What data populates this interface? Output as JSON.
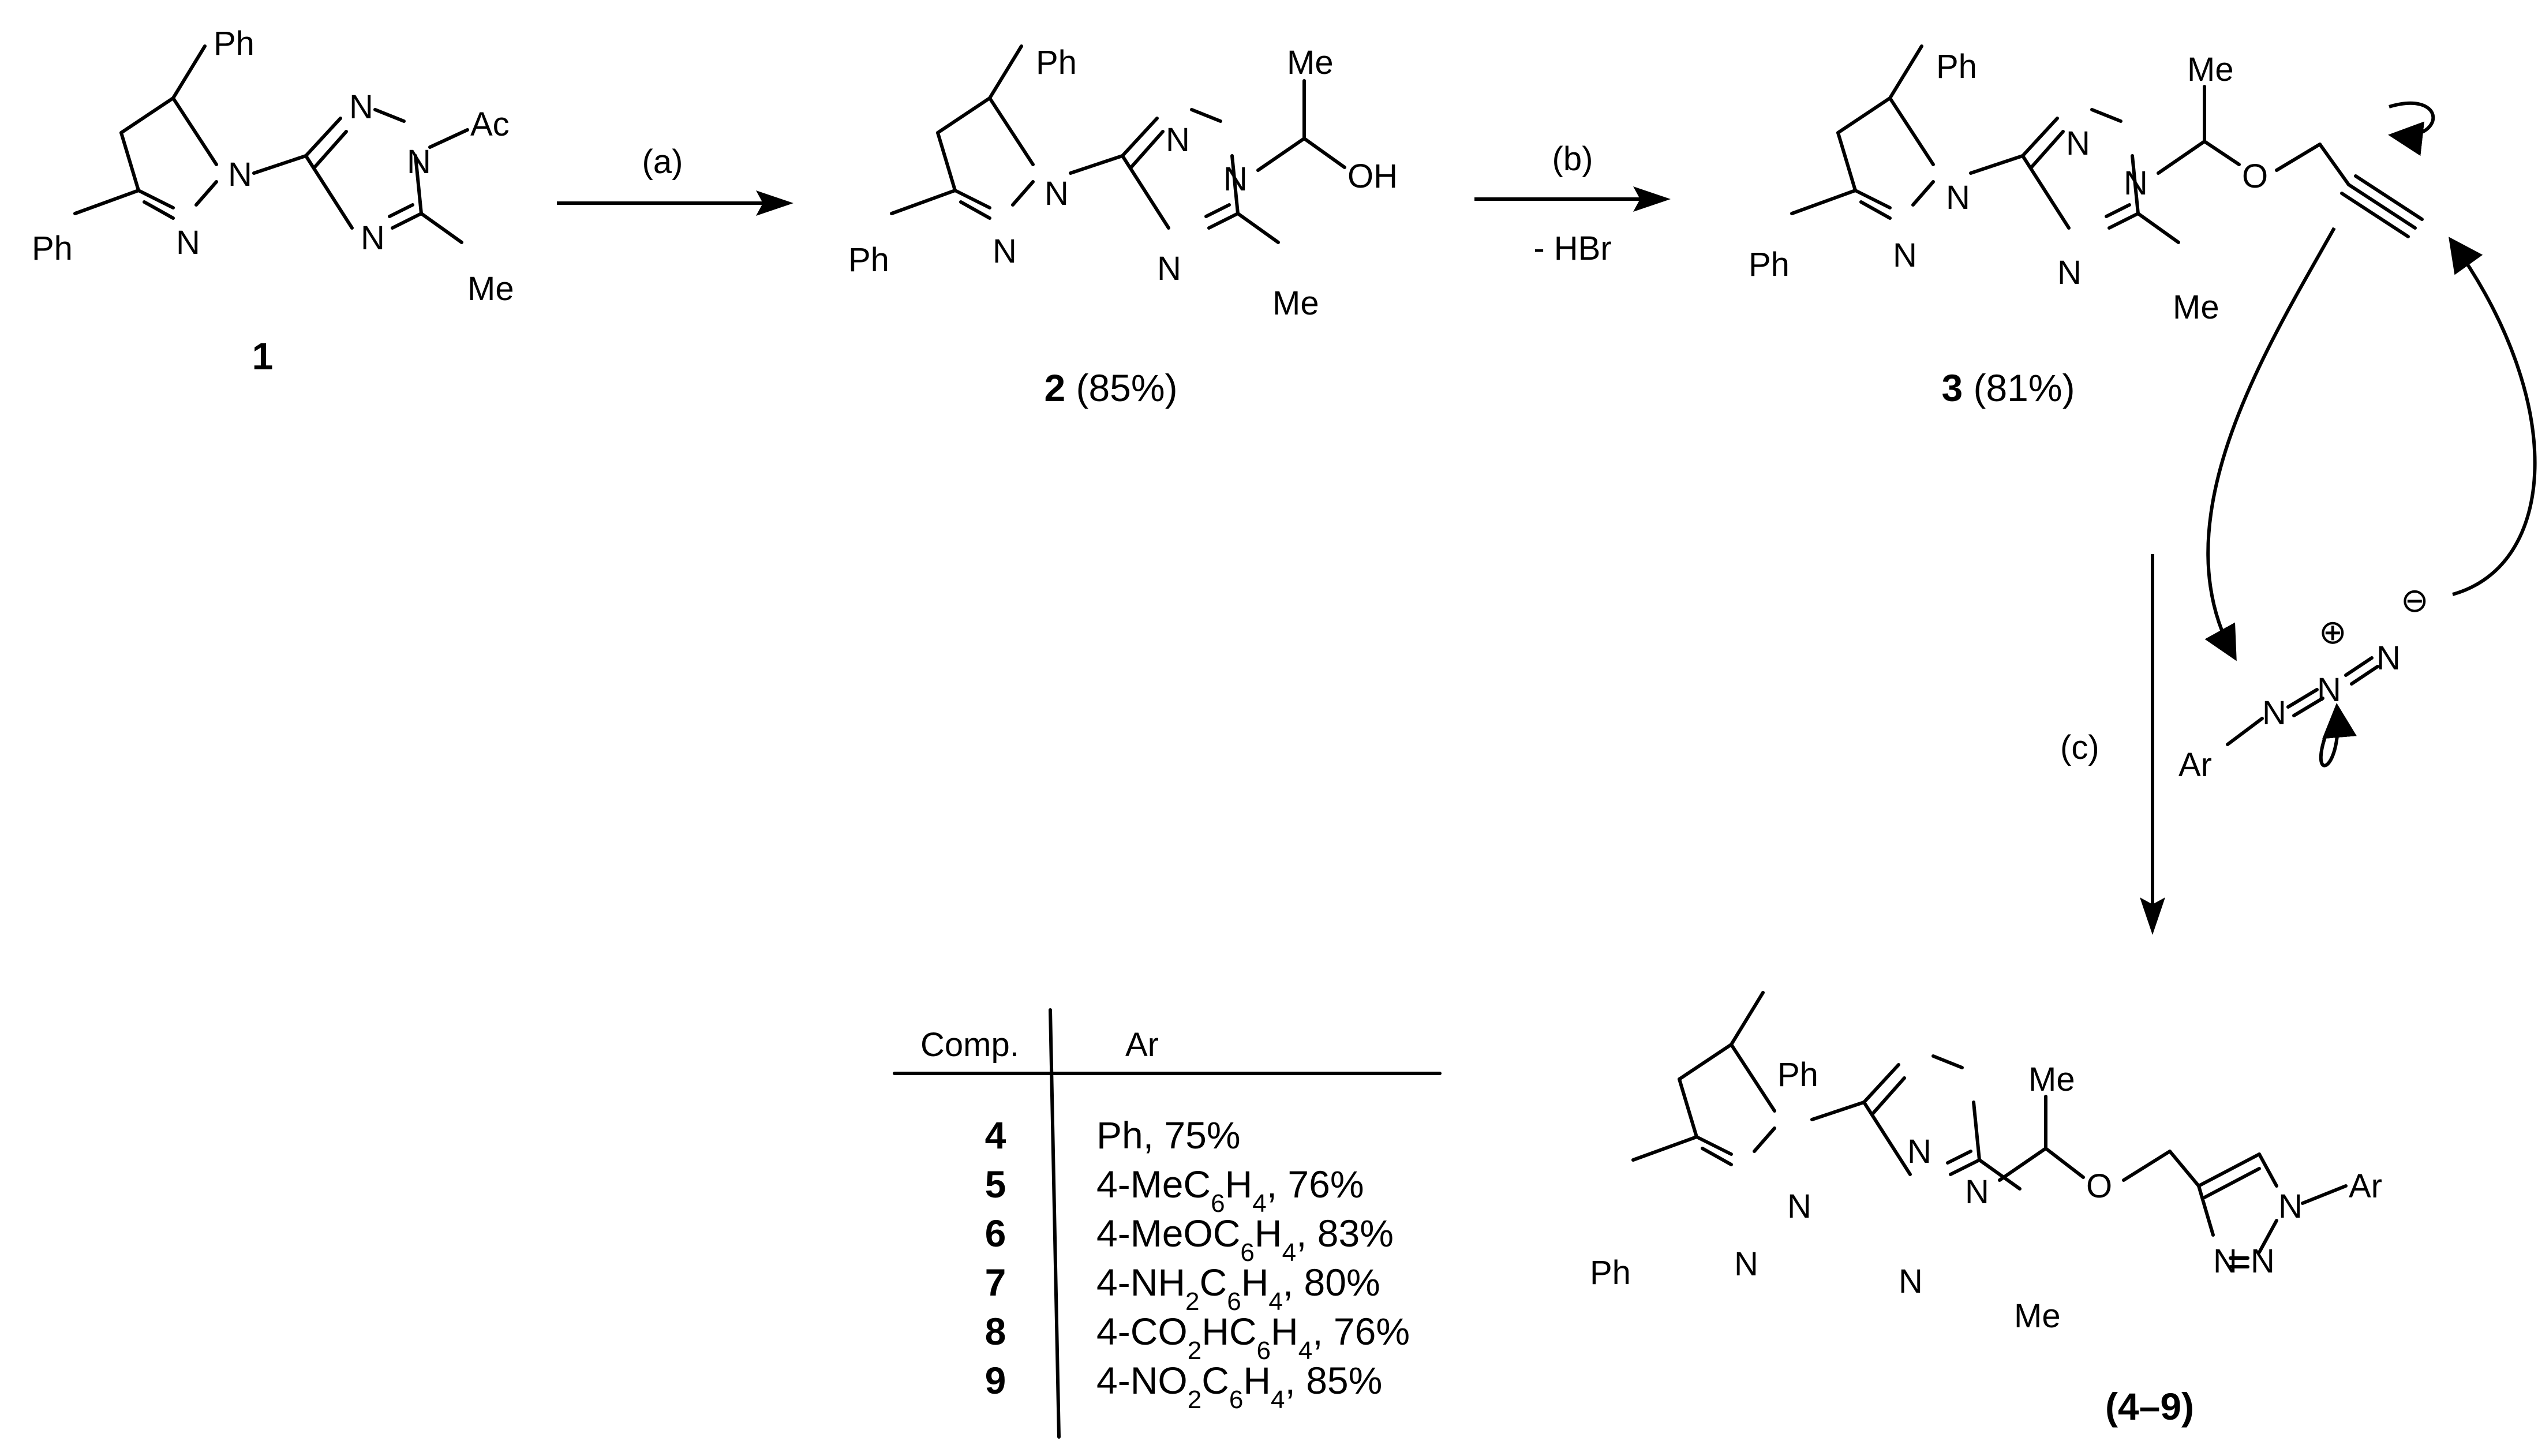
{
  "compounds": {
    "c1": {
      "number": "1",
      "yield": ""
    },
    "c2": {
      "number": "2",
      "yield": "(85%)"
    },
    "c3": {
      "number": "3",
      "yield": "(81%)"
    },
    "c49": {
      "label": "(4–9)"
    }
  },
  "atoms": {
    "ph": "Ph",
    "n": "N",
    "me": "Me",
    "ac": "Ac",
    "oh": "OH",
    "o": "O",
    "ar": "Ar",
    "plus": "⊕",
    "minus": "⊖"
  },
  "steps": {
    "a": "(a)",
    "b": "(b)",
    "b_byproduct": "- HBr",
    "c": "(c)"
  },
  "table": {
    "headers": [
      "Comp.",
      "Ar"
    ],
    "rows": [
      {
        "comp": "4",
        "ar": "Ph, 75%"
      },
      {
        "comp": "5",
        "ar": "4-MeC6H4, 76%"
      },
      {
        "comp": "6",
        "ar": "4-MeOC6H4, 83%"
      },
      {
        "comp": "7",
        "ar": "4-NH2C6H4, 80%"
      },
      {
        "comp": "8",
        "ar": "4-CO2HC6H4, 76%"
      },
      {
        "comp": "9",
        "ar": "4-NO2C6H4, 85%"
      }
    ]
  }
}
